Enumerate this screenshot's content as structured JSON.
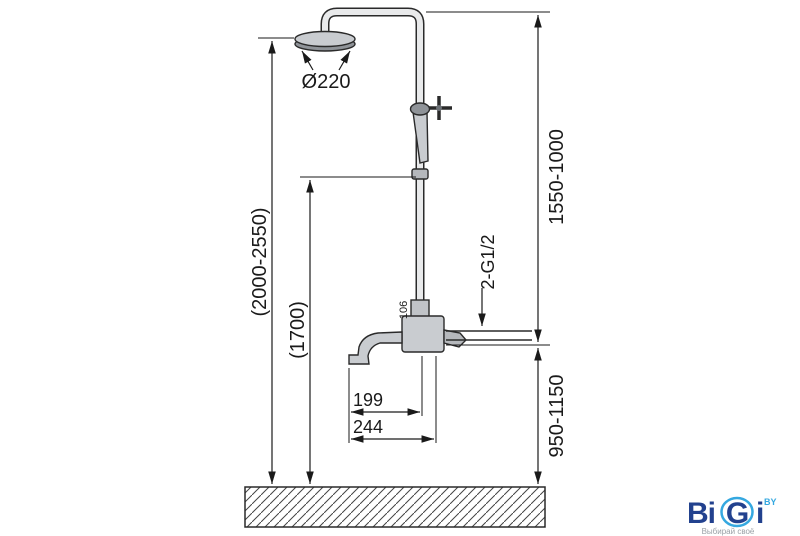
{
  "diagram": {
    "dimensions": {
      "head_diameter": "Ø220",
      "total_height": "(2000-2550)",
      "hand_shower_height": "(1700)",
      "upper_range": "1550-1000",
      "connection_thread": "2-G1/2",
      "mixer_offset": "106",
      "spout_reach": "199",
      "spout_total_reach": "244",
      "lower_range": "950-1150"
    }
  },
  "logo": {
    "text_bi": "Bi",
    "text_g": "G",
    "text_i": "i",
    "suffix": "BY",
    "tagline": "Выбирай своё"
  },
  "colors": {
    "line": "#1a1a1a",
    "fixture_fill": "#c9ccd0",
    "logo_navy": "#22418e",
    "logo_blue": "#35a8e0"
  }
}
